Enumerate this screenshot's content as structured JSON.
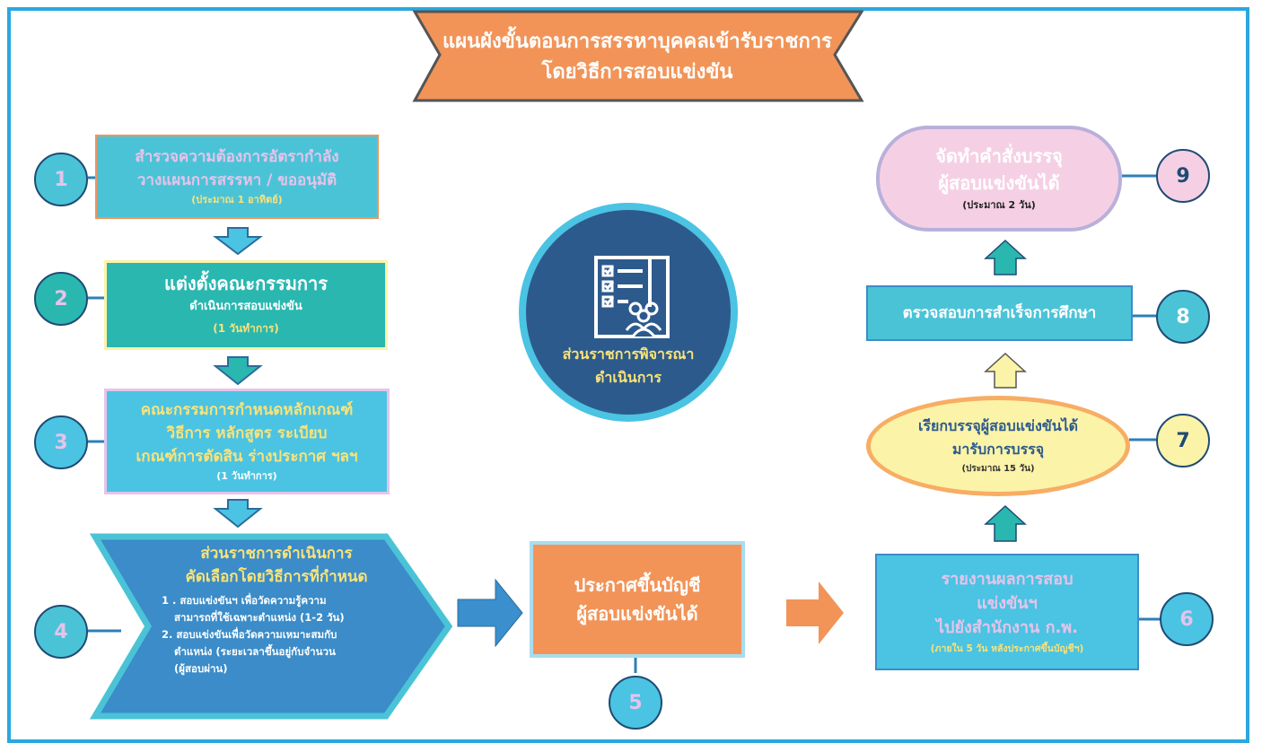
{
  "title": {
    "line1": "แผนผังขั้นตอนการสรรหาบุคคลเข้ารับราชการ",
    "line2": "โดยวิธีการสอบแข่งขัน"
  },
  "steps": {
    "s1": {
      "num": "1",
      "line1": "สำรวจความต้องการอัตรากำลัง",
      "line2": "วางแผนการสรรหา / ขออนุมัติ",
      "duration": "(ประมาณ 1 อาทิตย์)"
    },
    "s2": {
      "num": "2",
      "line1": "แต่งตั้งคณะกรรมการ",
      "line2": "ดำเนินการสอบแข่งขัน",
      "duration": "(1 วันทำการ)"
    },
    "s3": {
      "num": "3",
      "line1": "คณะกรรมการกำหนดหลักเกณฑ์",
      "line2": "วิธีการ หลักสูตร ระเบียบ",
      "line3": "เกณฑ์การตัดสิน ร่างประกาศ ฯลฯ",
      "duration": "(1 วันทำการ)"
    },
    "s4": {
      "num": "4",
      "line1": "ส่วนราชการดำเนินการ",
      "line2": "คัดเลือกโดยวิธีการที่กำหนด",
      "item1a": "1 .  สอบแข่งขันฯ เพื่อวัดความรู้ความ",
      "item1b": "สามารถที่ใช้เฉพาะตำแหน่ง (1-2 วัน)",
      "item2a": "2.  สอบแข่งขันเพื่อวัดความเหมาะสมกับ",
      "item2b": "ตำแหน่ง (ระยะเวลาขึ้นอยู่กับจำนวน",
      "item2c": "(ผู้สอบผ่าน)"
    },
    "s5": {
      "num": "5",
      "line1": "ประกาศขึ้นบัญชี",
      "line2": "ผู้สอบแข่งขันได้"
    },
    "s6": {
      "num": "6",
      "line1": "รายงานผลการสอบ",
      "line2": "แข่งขันฯ",
      "line3": "ไปยังสำนักงาน ก.พ.",
      "duration": "(ภายใน 5 วัน หลังประกาศขึ้นบัญชีฯ)"
    },
    "s7": {
      "num": "7",
      "line1": "เรียกบรรจุผู้สอบแข่งขันได้",
      "line2": "มารับการบรรจุ",
      "duration": "(ประมาณ 15 วัน)"
    },
    "s8": {
      "num": "8",
      "line1": "ตรวจสอบการสำเร็จการศึกษา"
    },
    "s9": {
      "num": "9",
      "line1": "จัดทำคำสั่งบรรจุ",
      "line2": "ผู้สอบแข่งขันได้",
      "duration": "(ประมาณ 2 วัน)"
    }
  },
  "center": {
    "line1": "ส่วนราชการพิจารณา",
    "line2": "ดำเนินการ",
    "icon": "checklist-people-icon"
  },
  "colors": {
    "frame": "#29a8e0",
    "navy": "#2d5a8c",
    "teal": "#2ab7b0",
    "cyan": "#4bc3e3",
    "orange": "#f29458",
    "purple_text": "#e5c4ea",
    "yellow_text": "#f8e37a"
  }
}
